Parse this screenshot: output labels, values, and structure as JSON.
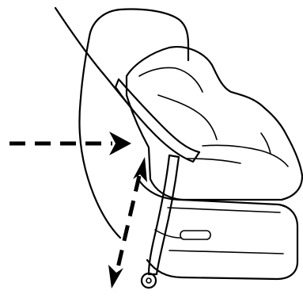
{
  "diagram": {
    "subject": "child-seat-installation-illustration",
    "colors": {
      "outline": "#000000",
      "background": "#ffffff",
      "cushion_fill": "#bde0f7",
      "seat_shell_fill": "#ffffff"
    },
    "arrows": [
      {
        "id": "horizontal-push-arrow",
        "style": "dashed",
        "direction": "right",
        "heads": 1
      },
      {
        "id": "vertical-adjust-arrow",
        "style": "dashed",
        "direction": "up-down",
        "heads": 2
      }
    ]
  }
}
